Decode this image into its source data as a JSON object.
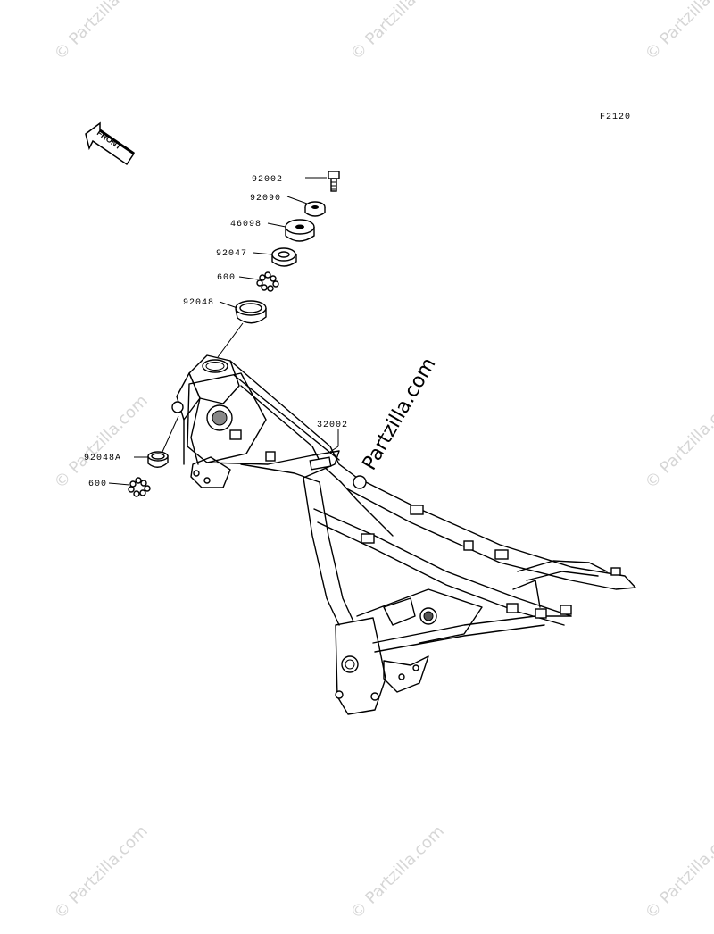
{
  "figure_code": "F2120",
  "direction_label": "FRONT",
  "watermark": {
    "small": "© Partzilla.com",
    "main": "Partzilla.com"
  },
  "callouts": [
    {
      "id": "92002",
      "label": "92002"
    },
    {
      "id": "92090",
      "label": "92090"
    },
    {
      "id": "46098",
      "label": "46098"
    },
    {
      "id": "92047",
      "label": "92047"
    },
    {
      "id": "600-upper",
      "label": "600"
    },
    {
      "id": "92048",
      "label": "92048"
    },
    {
      "id": "32002",
      "label": "32002"
    },
    {
      "id": "92048A",
      "label": "92048A"
    },
    {
      "id": "600-lower",
      "label": "600"
    }
  ]
}
